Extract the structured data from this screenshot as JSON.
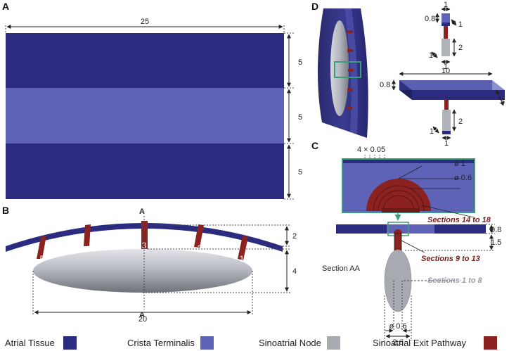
{
  "panels": {
    "a": "A",
    "b": "B",
    "c": "C",
    "d": "D"
  },
  "colors": {
    "atrial": "#2b2b80",
    "crista": "#5e63b8",
    "sinoatrial_node": "#a8aab2",
    "exit_pathway": "#8b2220",
    "section_red": "#7a1d1d",
    "section_gray": "#9a9aa8"
  },
  "panel_a": {
    "width": "25",
    "layer_1": "5",
    "layer_2": "5",
    "layer_3": "5"
  },
  "panel_b": {
    "cut_top": "A",
    "cut_bottom": "A",
    "pathway_numbers": [
      "1",
      "2",
      "3",
      "4",
      "5"
    ],
    "thickness": "2",
    "node_height": "4",
    "node_length": "20"
  },
  "panel_c": {
    "step": "4 × 0.05",
    "diameter_outer": "ø 1",
    "diameter_inner": "ø 0.6",
    "sections_14_18": "Sections 14 to 18",
    "sections_9_13": "Sections 9 to 13",
    "sections_1_8": "Sections 1 to 8",
    "tissue_thickness": "0.8",
    "pathway_length": "1.5",
    "section_label": "Section AA",
    "node_diameter": "ø 0.6",
    "node_width": "2.6"
  },
  "panel_d": {
    "top_width": "1",
    "top_height": "0.8",
    "top_side_1": "1",
    "pathway_height": "2",
    "base_side": "1",
    "base_width": "1",
    "slab_width": "10",
    "slab_height": "0.8",
    "slab_depth": "5",
    "lower_pathway_height": "2",
    "lower_side": "1",
    "lower_width": "1"
  },
  "legend": {
    "atrial": "Atrial Tissue",
    "crista": "Crista Terminalis",
    "sinoatrial_node": "Sinoatrial Node",
    "exit_pathway": "Sinoatrial Exit Pathway"
  }
}
